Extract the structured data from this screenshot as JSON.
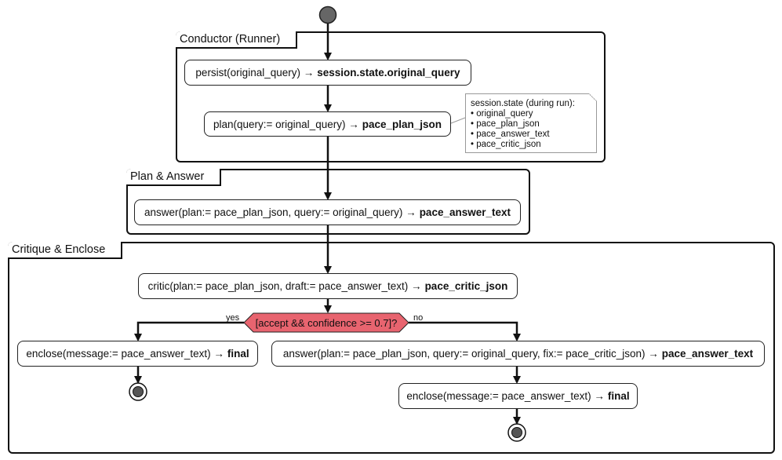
{
  "partitions": {
    "conductor": "Conductor (Runner)",
    "plan_answer": "Plan & Answer",
    "critique": "Critique & Enclose"
  },
  "activities": {
    "persist": {
      "text": "persist(original_query) →",
      "bold": "session.state.original_query"
    },
    "plan": {
      "text": "plan(query:= original_query) →",
      "bold": "pace_plan_json"
    },
    "answer1": {
      "text": "answer(plan:= pace_plan_json, query:= original_query) →",
      "bold": "pace_answer_text"
    },
    "critic": {
      "text": "critic(plan:= pace_plan_json, draft:= pace_answer_text) →",
      "bold": "pace_critic_json"
    },
    "enclose_yes": {
      "text": "enclose(message:= pace_answer_text) →",
      "bold": "final"
    },
    "answer2": {
      "text": "answer(plan:= pace_plan_json, query:= original_query, fix:= pace_critic_json) →",
      "bold": "pace_answer_text"
    },
    "enclose_no": {
      "text": "enclose(message:= pace_answer_text) →",
      "bold": "final"
    }
  },
  "note": {
    "title": "session.state (during run):",
    "items": [
      "• original_query",
      "• pace_plan_json",
      "• pace_answer_text",
      "• pace_critic_json"
    ]
  },
  "decision": {
    "label": "[accept && confidence >= 0.7]?",
    "yes": "yes",
    "no": "no",
    "fill": "#e8646f"
  }
}
